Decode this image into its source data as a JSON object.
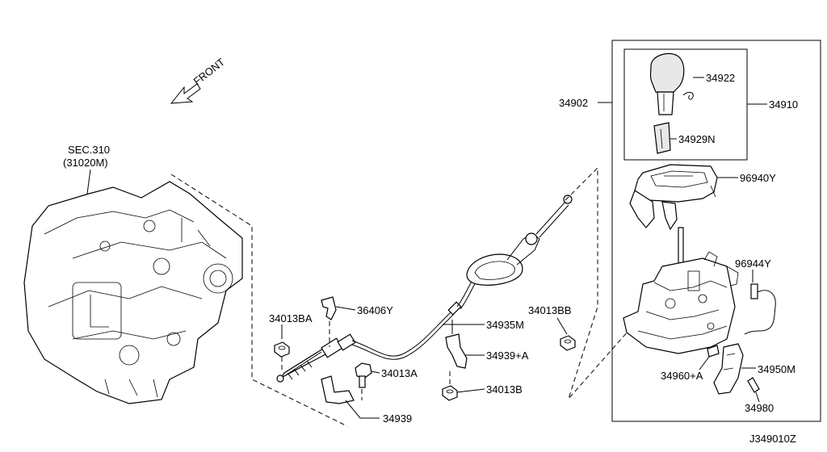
{
  "diagram": {
    "front_label": "FRONT",
    "sec_ref": "SEC.310",
    "sec_part": "(31020M)",
    "figure_code": "J349010Z",
    "callouts": {
      "p34902": "34902",
      "p34910": "34910",
      "p34922": "34922",
      "p34929N": "34929N",
      "p96940Y": "96940Y",
      "p96944Y": "96944Y",
      "p34960A": "34960+A",
      "p34950M": "34950M",
      "p34980": "34980",
      "p36406Y": "36406Y",
      "p34013BA": "34013BA",
      "p34013BB": "34013BB",
      "p34935M": "34935M",
      "p34939A": "34939+A",
      "p34013A": "34013A",
      "p34013B": "34013B",
      "p34939": "34939"
    }
  }
}
